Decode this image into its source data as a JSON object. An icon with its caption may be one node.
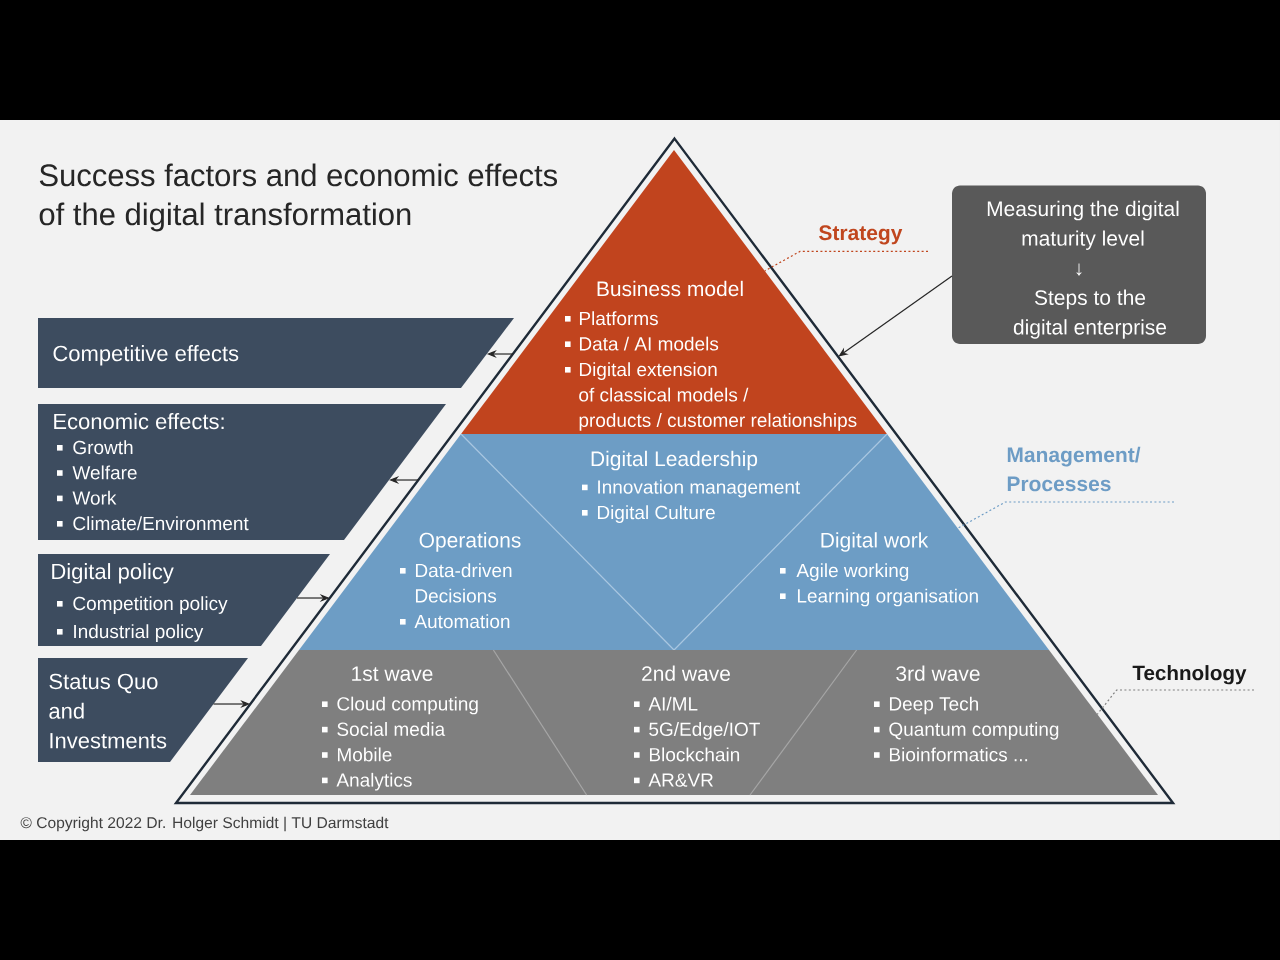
{
  "diagram": {
    "title": "Success factors and economic effects of the digital transformation",
    "nodes": [
      {
        "text": [],
        "shape": "triangle"
      },
      {
        "text": [
          "Business model",
          "Platforms",
          "Data / AI models",
          "Digital extension of classical models / products / customer relationships"
        ],
        "in": 0
      },
      {
        "text": [],
        "shape": "trapezoid",
        "in": 0
      },
      {
        "text": [
          "Digital Leadership",
          "Innovation management",
          "Digital Culture"
        ],
        "in": 2
      },
      {
        "text": [
          "Operations",
          "Data-driven Decisions",
          "Automation"
        ],
        "in": 2
      },
      {
        "text": [
          "Digital work",
          "Agile working",
          "Learning organisation"
        ],
        "in": 2
      },
      {
        "text": [],
        "shape": "trapezoid",
        "in": 0
      },
      {
        "text": [
          "1st wave",
          "Cloud computing",
          "Social media",
          "Mobile",
          "Analytics"
        ],
        "in": 6
      },
      {
        "text": [
          "2nd wave",
          "AI/ML",
          "5G/Edge/IOT",
          "Blockchain",
          "AR&VR"
        ],
        "in": 6
      },
      {
        "text": [
          "3rd wave",
          "Deep Tech",
          "Quantum computing",
          "Bioinformatics ..."
        ],
        "in": 6
      },
      {
        "text": [
          "Competitive effects"
        ]
      },
      {
        "text": [
          "Economic effects:",
          "Growth",
          "Welfare",
          "Work",
          "Climate/Environment"
        ]
      },
      {
        "text": [
          "Digital policy",
          "Competition policy",
          "Industrial policy"
        ]
      },
      {
        "text": [
          "Status Quo and Investments"
        ]
      },
      {
        "text": [
          "Measuring the digital maturity level",
          "↓",
          "Steps to the digital enterprise"
        ]
      },
      {
        "text": [
          "Strategy"
        ]
      },
      {
        "text": [
          "Management/ Processes"
        ]
      },
      {
        "text": [
          "Technology"
        ]
      }
    ],
    "edges": [
      {
        "from": 0,
        "to": 10,
        "arrow": "to"
      },
      {
        "from": 0,
        "to": 11,
        "arrow": "to"
      },
      {
        "from": 12,
        "to": 0,
        "arrow": "to"
      },
      {
        "from": 13,
        "to": 0,
        "arrow": "to"
      },
      {
        "from": 14,
        "to": 0,
        "arrow": "to"
      },
      {
        "from": 15,
        "to": 1,
        "arrow": "none",
        "style": "dashed",
        "color": "#c0461e"
      },
      {
        "from": 16,
        "to": 2,
        "arrow": "none",
        "style": "dashed",
        "color": "#6d9cc5"
      },
      {
        "from": 17,
        "to": 6,
        "arrow": "none",
        "style": "dashed",
        "color": "#7f7f7f"
      }
    ],
    "labels": [
      "© Copyright 2022 Dr. Holger Schmidt | TU Darmstadt"
    ]
  }
}
